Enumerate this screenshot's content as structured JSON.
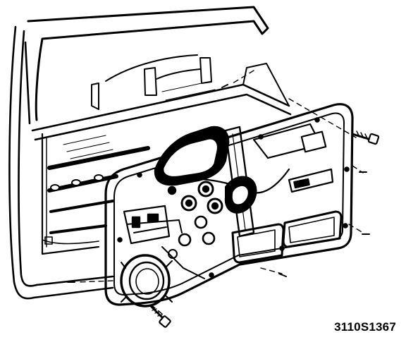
{
  "figure": {
    "reference_code": "3110S1367",
    "line_color": "#000000",
    "background_color": "#ffffff",
    "parts": [
      "door-shell",
      "window-frame",
      "inner-door-panel",
      "door-module-carrier",
      "window-regulator",
      "speaker",
      "mounting-bolt",
      "retaining-bolt"
    ]
  }
}
